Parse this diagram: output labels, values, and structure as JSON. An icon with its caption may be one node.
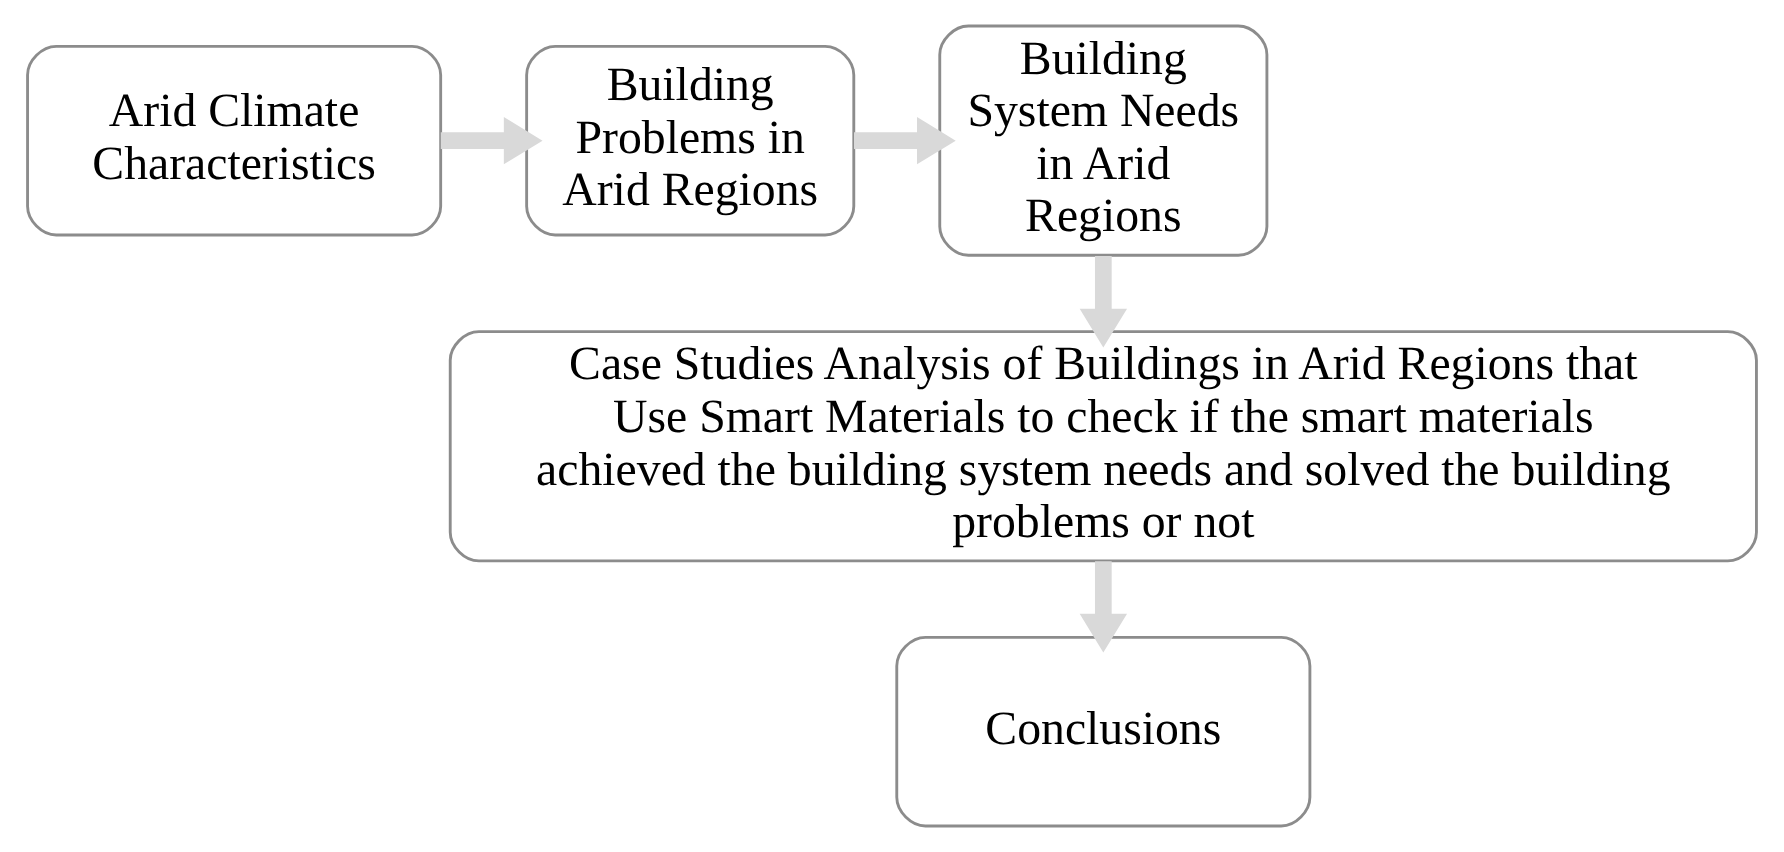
{
  "diagram": {
    "nodes": [
      {
        "text": [
          "Arid Climate Characteristics"
        ]
      },
      {
        "text": [
          "Building Problems in Arid Regions"
        ]
      },
      {
        "text": [
          "Building System Needs in Arid Regions"
        ]
      },
      {
        "text": [
          "Case Studies Analysis of Buildings in Arid Regions that Use Smart Materials to check if the smart materials achieved the building system needs and solved the building problems or not"
        ]
      },
      {
        "text": [
          "Conclusions"
        ]
      }
    ],
    "edges": [
      {
        "from": 0,
        "to": 1,
        "arrow": "to"
      },
      {
        "from": 1,
        "to": 2,
        "arrow": "to"
      },
      {
        "from": 2,
        "to": 3,
        "arrow": "to"
      },
      {
        "from": 3,
        "to": 4,
        "arrow": "to"
      }
    ]
  }
}
